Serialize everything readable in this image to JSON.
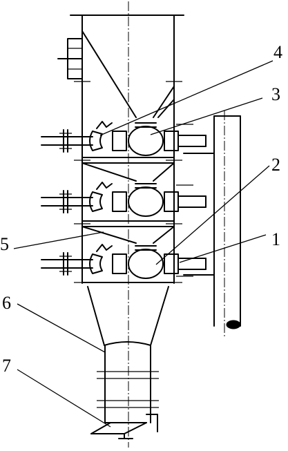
{
  "figure": {
    "callouts": [
      {
        "id": "c1",
        "text": "1"
      },
      {
        "id": "c2",
        "text": "2"
      },
      {
        "id": "c3",
        "text": "3"
      },
      {
        "id": "c4",
        "text": "4"
      },
      {
        "id": "c5",
        "text": "5"
      },
      {
        "id": "c6",
        "text": "6"
      },
      {
        "id": "c7",
        "text": "7"
      }
    ],
    "stages": 3
  }
}
